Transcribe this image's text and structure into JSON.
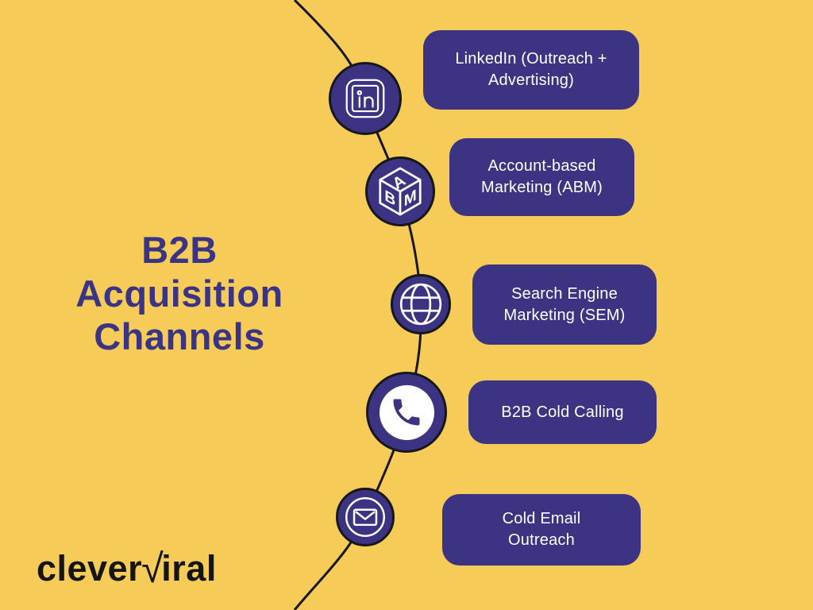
{
  "colors": {
    "background": "#F6CB57",
    "primary_purple": "#3C3483",
    "title_text": "#3A3486",
    "label_text": "#FFFFFF",
    "connector_line": "#171717",
    "logo_text": "#151515",
    "icon_stroke": "#FFFFFF"
  },
  "title": {
    "text": "B2B\nAcquisition\nChannels"
  },
  "channels": [
    {
      "icon": "linkedin-icon",
      "label": "LinkedIn (Outreach +\nAdvertising)"
    },
    {
      "icon": "abm-cube-icon",
      "label": "Account-based\nMarketing (ABM)"
    },
    {
      "icon": "globe-icon",
      "label": "Search Engine\nMarketing (SEM)"
    },
    {
      "icon": "phone-icon",
      "label": "B2B Cold Calling"
    },
    {
      "icon": "envelope-icon",
      "label": "Cold Email\nOutreach"
    }
  ],
  "abm_letters": {
    "top": "A",
    "left": "B",
    "right": "M"
  },
  "logo": {
    "prefix": "clever",
    "check": "√",
    "suffix": "iral"
  }
}
